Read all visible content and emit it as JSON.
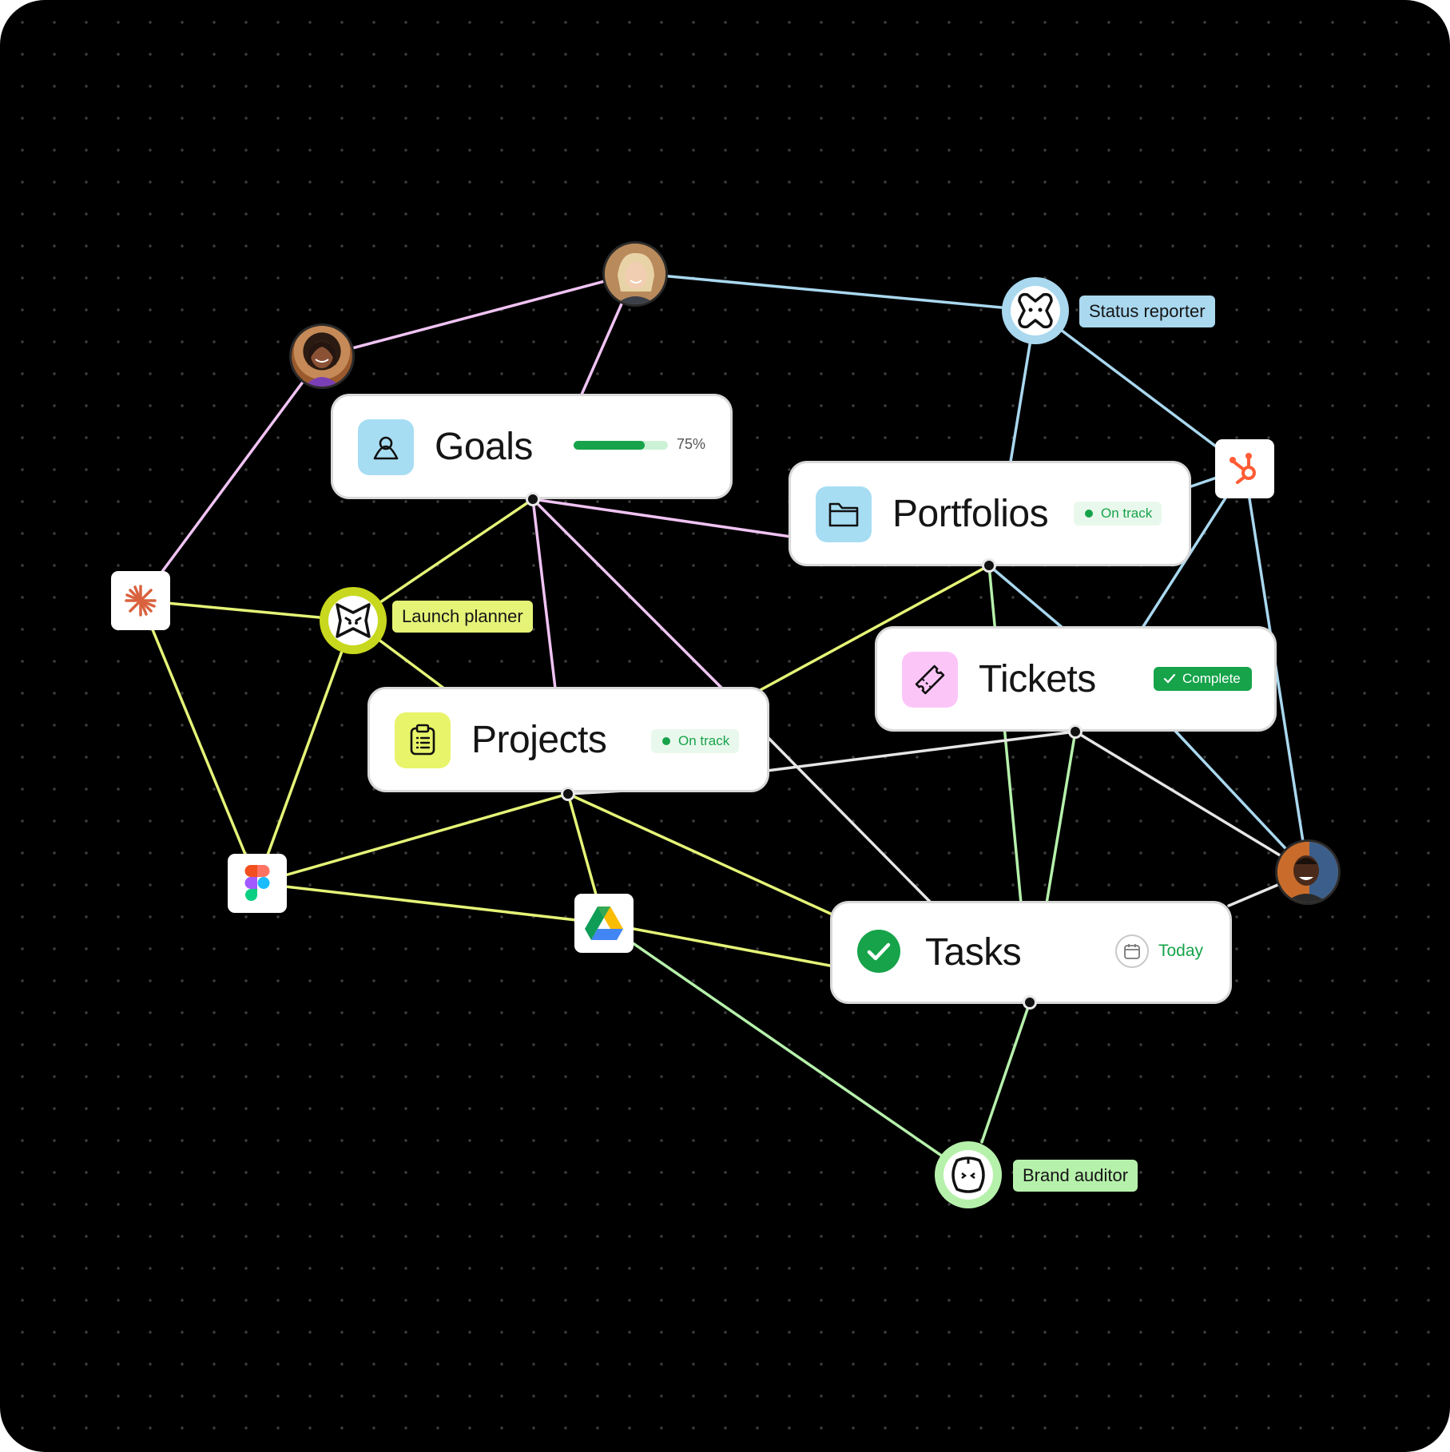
{
  "colors": {
    "background": "#000000",
    "pink_line": "#f0c3f3",
    "blue_line": "#a9d8ef",
    "yellow_line": "#e5f477",
    "green_line": "#b6f1ab",
    "white_line": "#e6e6e6",
    "green_accent": "#16a34a",
    "goals_icon_bg": "#a7ddf3",
    "portfolios_icon_bg": "#a7ddf3",
    "tickets_icon_bg": "#fbc6f7",
    "projects_icon_bg": "#e8f46a"
  },
  "cards": {
    "goals": {
      "title": "Goals",
      "icon": "goal-person-icon",
      "progress_label": "75%",
      "progress": 0.75
    },
    "portfolios": {
      "title": "Portfolios",
      "icon": "folder-icon",
      "status": "On track"
    },
    "tickets": {
      "title": "Tickets",
      "icon": "ticket-icon",
      "status": "Complete"
    },
    "projects": {
      "title": "Projects",
      "icon": "clipboard-icon",
      "status": "On track"
    },
    "tasks": {
      "title": "Tasks",
      "icon": "check-circle-icon",
      "due": "Today"
    }
  },
  "agents": {
    "status_reporter": {
      "label": "Status reporter",
      "color": "#a9d8ef"
    },
    "launch_planner": {
      "label": "Launch planner",
      "color": "#e5f477"
    },
    "brand_auditor": {
      "label": "Brand auditor",
      "color": "#b6f1ab"
    }
  },
  "apps": [
    "claude-sparkle-icon",
    "figma-icon",
    "google-drive-icon",
    "hubspot-icon"
  ],
  "people": [
    "avatar-woman-dark-hair",
    "avatar-woman-blonde",
    "avatar-man-smiling"
  ]
}
